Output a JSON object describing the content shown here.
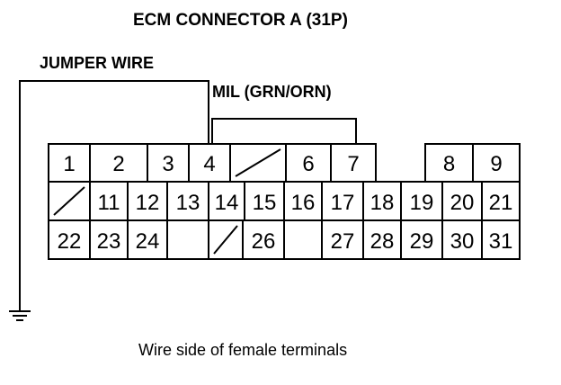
{
  "title": "ECM CONNECTOR A (31P)",
  "jumper_wire_label": "JUMPER WIRE",
  "mil_wire_label": "MIL (GRN/ORN)",
  "caption": "Wire side of female terminals",
  "colors": {
    "line": "#000000",
    "background": "#ffffff"
  },
  "ground_symbol": "ground-icon",
  "terminals": {
    "row1": [
      "1",
      "2",
      "3",
      "4",
      "",
      "6",
      "7",
      "",
      "8",
      "9"
    ],
    "row2": [
      "",
      "11",
      "12",
      "13",
      "14",
      "15",
      "16",
      "17",
      "18",
      "19",
      "20",
      "21"
    ],
    "row3": [
      "22",
      "23",
      "24",
      "",
      "26",
      "27",
      "28",
      "29",
      "30",
      "31"
    ]
  }
}
